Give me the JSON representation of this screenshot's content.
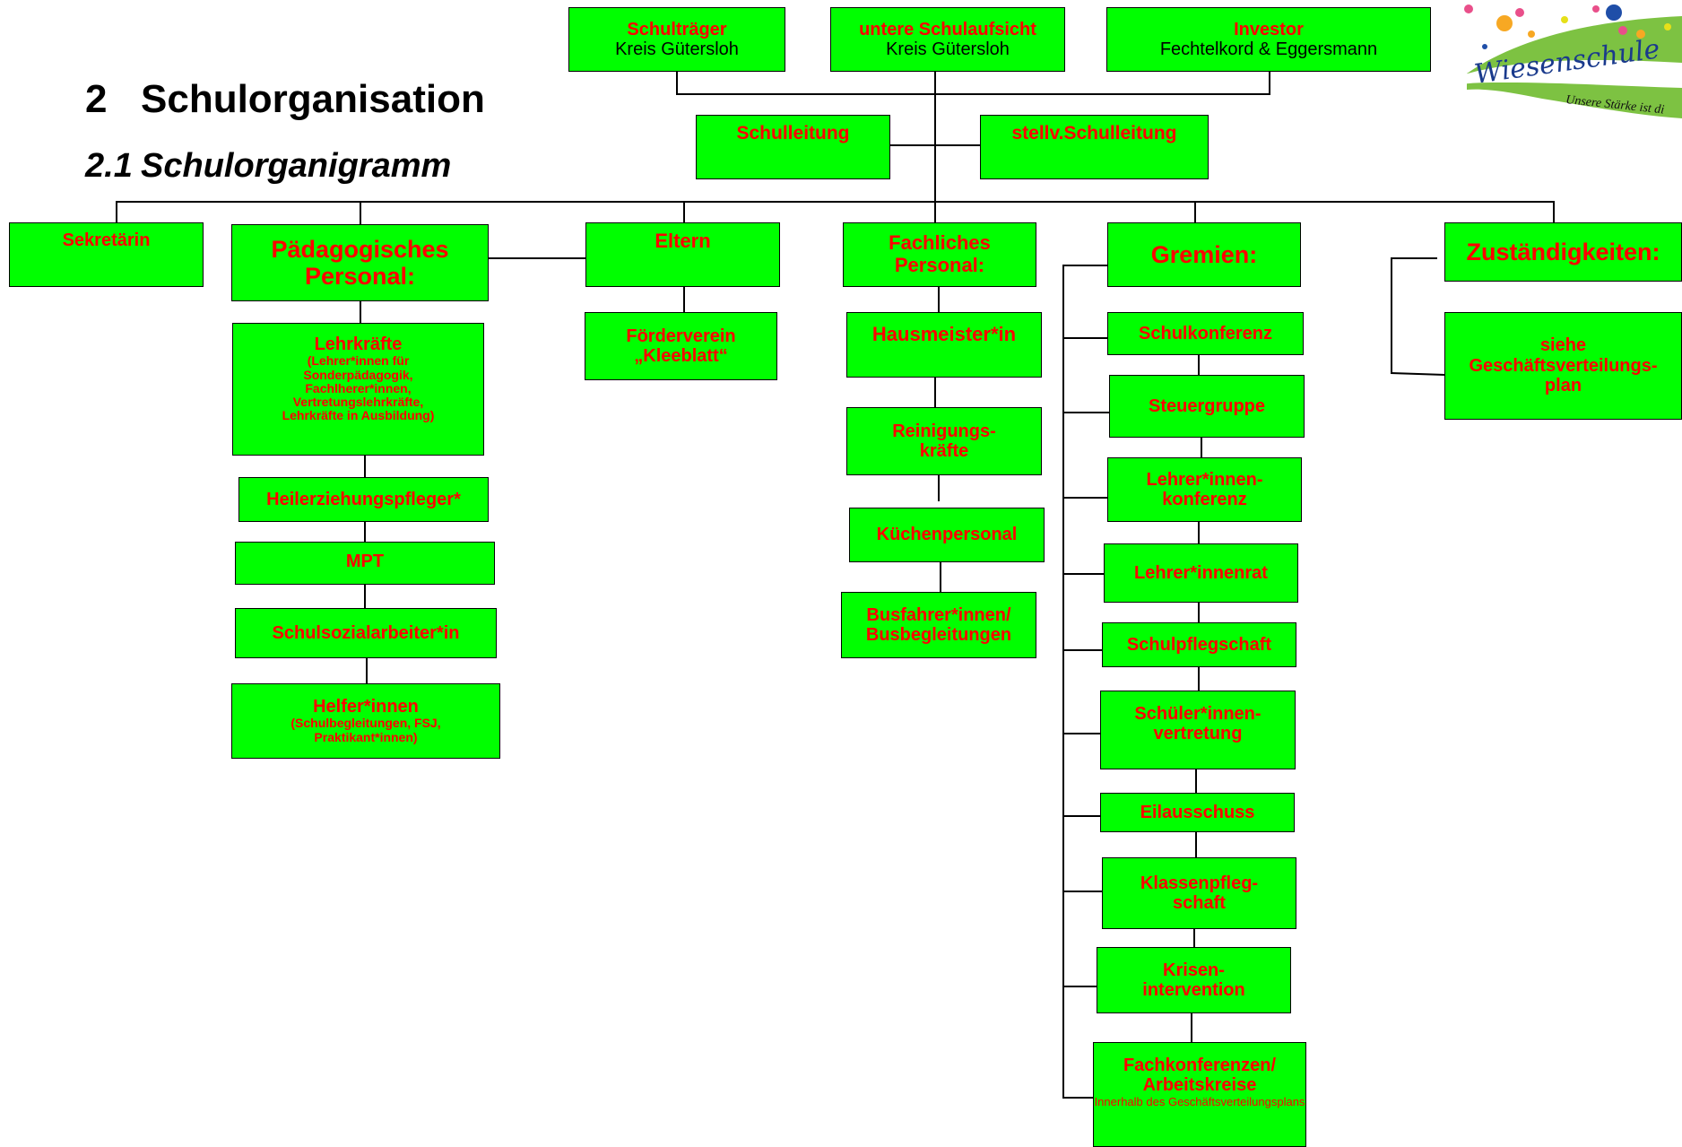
{
  "document": {
    "heading": {
      "number": "2",
      "title": "Schulorganisation"
    },
    "subheading": {
      "number": "2.1",
      "title": "Schulorganigramm"
    }
  },
  "logo": {
    "name": "Wiesenschule",
    "tagline": "Unsere Stärke ist di"
  },
  "colors": {
    "box_fill": "#00ff00",
    "box_text": "#ff0000",
    "line": "#000000",
    "logo_band": "#7dc242"
  },
  "org": {
    "schultraeger": {
      "title": "Schulträger",
      "sub": "Kreis Gütersloh"
    },
    "schulaufsicht": {
      "title": "untere Schulaufsicht",
      "sub": "Kreis Gütersloh"
    },
    "investor": {
      "title": "Investor",
      "sub": "Fechtelkord & Eggersmann"
    },
    "schulleitung": {
      "title": "Schulleitung"
    },
    "stellv": {
      "title": "stellv.Schulleitung"
    },
    "sekretaerin": {
      "title": "Sekretärin"
    },
    "paedagogisches": {
      "title": "Pädagogisches\nPersonal:",
      "items": {
        "lehrkraefte": {
          "title": "Lehrkräfte",
          "sub": "(Lehrer*innen für\nSonderpädagogik,\nFachlherer*innen,\nVertretungslehrkräfte,\nLehrkräfte in Ausbildung)"
        },
        "heilerziehung": {
          "title": "Heilerziehungspfleger*"
        },
        "mpt": {
          "title": "MPT"
        },
        "schulsozial": {
          "title": "Schulsozialarbeiter*in"
        },
        "helfer": {
          "title": "Helfer*innen",
          "sub": "(Schulbegleitungen, FSJ,\nPraktikant*innen)"
        }
      }
    },
    "eltern": {
      "title": "Eltern",
      "foerderverein": "Förderverein\n„Kleeblatt“"
    },
    "fachliches": {
      "title": "Fachliches\nPersonal:",
      "items": {
        "hausmeister": "Hausmeister*in",
        "reinigung": "Reinigungs-\nkräfte",
        "kueche": "Küchenpersonal",
        "bus": "Busfahrer*innen/\nBusbegleitungen"
      }
    },
    "gremien": {
      "title": "Gremien:",
      "items": {
        "schulkonferenz": "Schulkonferenz",
        "steuergruppe": "Steuergruppe",
        "lehrerkonferenz": "Lehrer*innen-\nkonferenz",
        "lehrerrat": "Lehrer*innenrat",
        "schulpflegschaft": "Schulpflegschaft",
        "schuelervertretung": "Schüler*innen-\nvertretung",
        "eilausschuss": "Eilausschuss",
        "klassenpflegschaft": "Klassenpfleg-\nschaft",
        "krisen": "Krisen-\nintervention",
        "fachkonferenzen": {
          "title": "Fachkonferenzen/\nArbeitskreise",
          "sub": "Innerhalb des\nGeschäftsverteilungsplans"
        }
      }
    },
    "zustaendigkeiten": {
      "title": "Zuständigkeiten:",
      "sub": "siehe\nGeschäftsverteilungs-\nplan"
    }
  }
}
